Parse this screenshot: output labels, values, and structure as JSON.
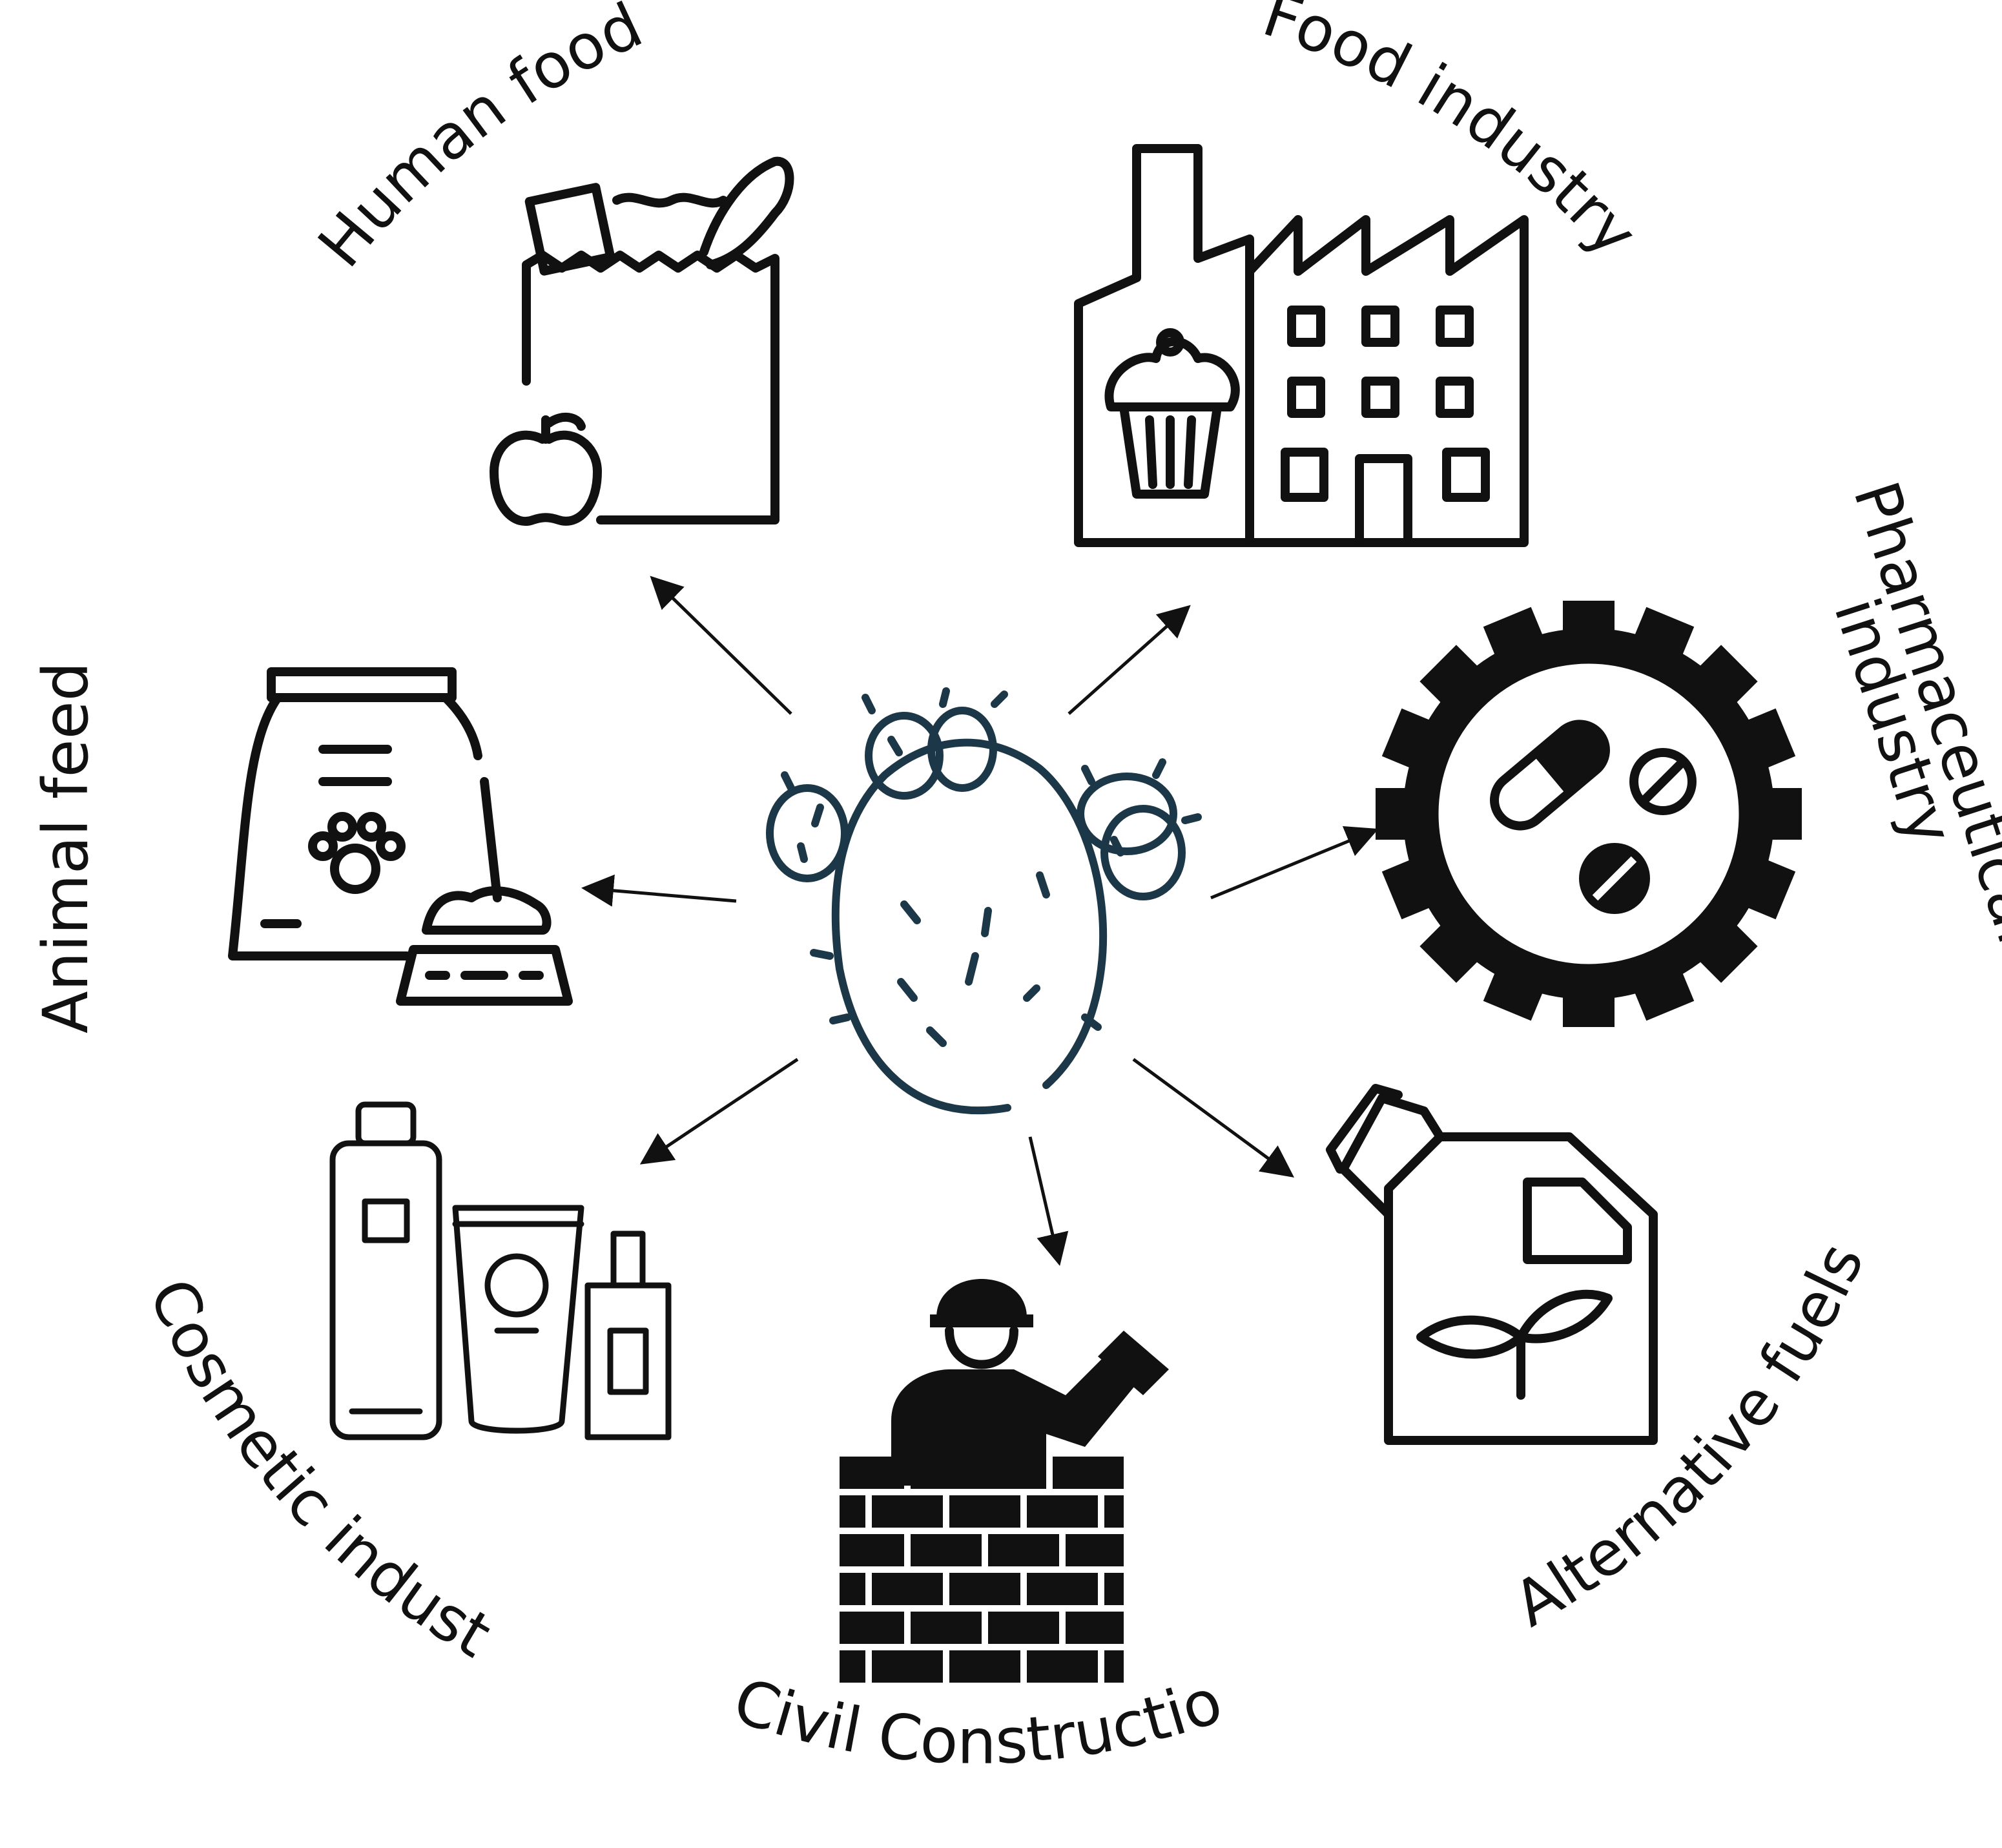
{
  "center": {
    "icon": "prickly-pear-cactus-icon",
    "color": "#1c3848"
  },
  "applications": [
    {
      "id": "human-food",
      "label": "Human food",
      "icon": "grocery-bag-icon"
    },
    {
      "id": "food-industry",
      "label": "Food industry",
      "icon": "food-factory-icon"
    },
    {
      "id": "pharmaceutical",
      "label_line1": "Pharmaceutical",
      "label_line2": "industry",
      "icon": "pill-gear-icon"
    },
    {
      "id": "alternative-fuels",
      "label": "Alternative fuels",
      "icon": "biofuel-canister-icon"
    },
    {
      "id": "civil-construction",
      "label": "Civil Construction",
      "icon": "bricklayer-icon"
    },
    {
      "id": "cosmetic-industry",
      "label": "Cosmetic industry",
      "icon": "cosmetic-bottles-icon"
    },
    {
      "id": "animal-feed",
      "label": "Animal feed",
      "icon": "pet-food-bag-icon"
    }
  ]
}
